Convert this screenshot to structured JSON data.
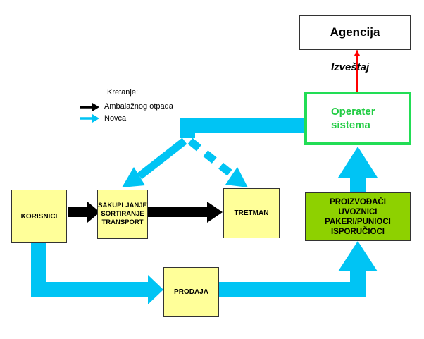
{
  "colors": {
    "money": "#00c4f4",
    "waste": "#000000",
    "report": "#ff0000",
    "operater_border": "#22dd55",
    "operater_text": "#22cc44",
    "box_fill": "#ffff99",
    "producer_fill": "#8ed100"
  },
  "legend": {
    "title": "Kretanje:",
    "waste_label": "Ambalažnog otpada",
    "money_label": "Novca"
  },
  "nodes": {
    "agencija": "Agencija",
    "izvestaj": "Izveštaj",
    "operater_line1": "Operater",
    "operater_line2": "sistema",
    "korisnici": "KORISNICI",
    "sakupljanje_line1": "SAKUPLJANJE",
    "sakupljanje_line2": "SORTIRANJE",
    "sakupljanje_line3": "TRANSPORT",
    "tretman": "TRETMAN",
    "prodaja": "PRODAJA",
    "proizvodjaci_line1": "PROIZVOĐAČI",
    "proizvodjaci_line2": "UVOZNICI",
    "proizvodjaci_line3": "PAKERI/PUNIOCI",
    "proizvodjaci_line4": "ISPORUČIOCI"
  }
}
